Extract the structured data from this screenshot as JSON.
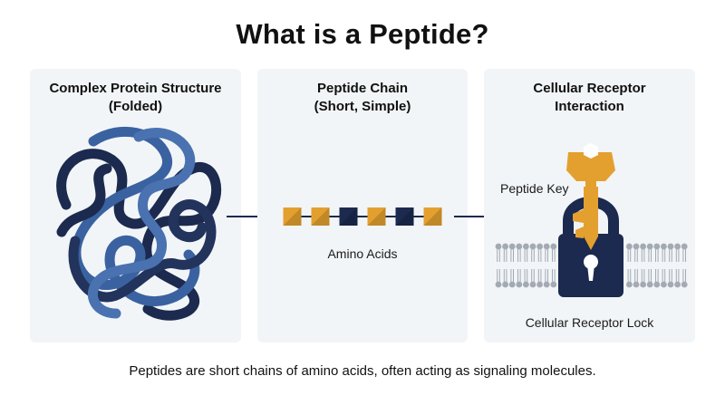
{
  "title": "What is a Peptide?",
  "panels": [
    {
      "title_lines": [
        "Complex Protein Structure",
        "(Folded)"
      ]
    },
    {
      "title_lines": [
        "Peptide Chain",
        "(Short, Simple)"
      ],
      "label": "Amino Acids"
    },
    {
      "title_lines": [
        "Cellular Receptor",
        "Interaction"
      ],
      "key_label": "Peptide Key",
      "lock_label": "Cellular Receptor Lock"
    }
  ],
  "caption": "Peptides are short chains of amino acids, often acting as signaling molecules.",
  "amino_acids": [
    "orange",
    "orange",
    "navy",
    "orange",
    "navy",
    "orange"
  ],
  "colors": {
    "navy": "#1b2a4e",
    "blue": "#3a62a0",
    "orange": "#e3a02f",
    "membrane": "#a3aab4",
    "panel": "#f2f5f7"
  }
}
